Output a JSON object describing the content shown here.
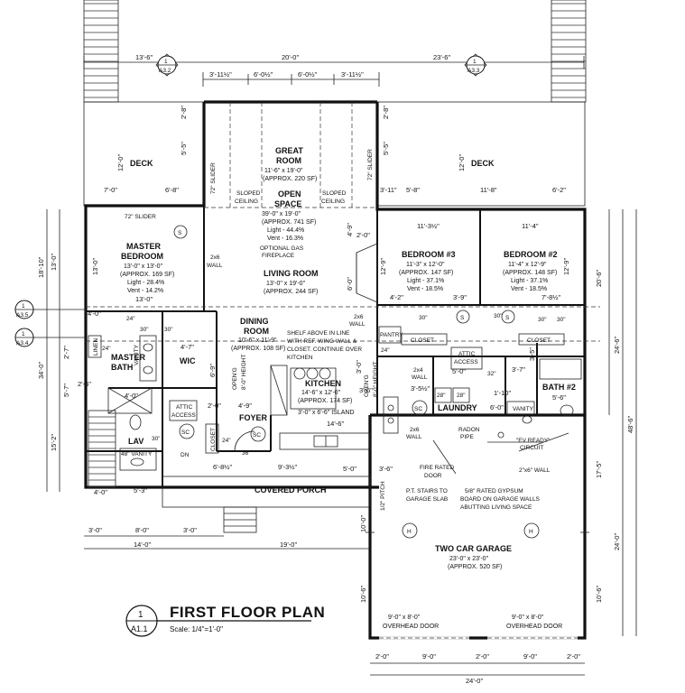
{
  "title": {
    "plan_name": "FIRST FLOOR PLAN",
    "scale": "Scale: 1/4\"=1'-0\"",
    "detail_no": "1",
    "sheet": "A1.1"
  },
  "section_marks": {
    "top_left": {
      "no": "1",
      "sheet": "A3.2"
    },
    "top_right": {
      "no": "1",
      "sheet": "A3.3"
    },
    "left_upper": {
      "no": "1",
      "sheet": "A3.5"
    },
    "left_lower": {
      "no": "1",
      "sheet": "A3.4"
    }
  },
  "rooms": {
    "deck_left": {
      "name": "DECK"
    },
    "deck_right": {
      "name": "DECK"
    },
    "great_room": {
      "name": "GREAT",
      "name2": "ROOM",
      "size": "11'-6\" x 19'-0\"",
      "area": "(APPROX. 220 SF)"
    },
    "open_space": {
      "name": "OPEN",
      "name2": "SPACE",
      "size": "39'-0\" x 19'-0\"",
      "area": "(APPROX. 741 SF)",
      "light": "Light - 44.4%",
      "vent": "Vent - 16.3%"
    },
    "living_room": {
      "name": "LIVING ROOM",
      "size": "13'-0\" x 19'-0\"",
      "area": "(APPROX. 244 SF)"
    },
    "master_bedroom": {
      "name": "MASTER",
      "name2": "BEDROOM",
      "size": "13'-0\" x 13'-0\"",
      "area": "(APPROX. 169 SF)",
      "light": "Light - 28.4%",
      "vent": "Vent - 14.2%"
    },
    "bedroom3": {
      "name": "BEDROOM #3",
      "size": "11'-3\" x 12'-0\"",
      "area": "(APPROX. 147 SF)",
      "light": "Light - 37.1%",
      "vent": "Vent - 18.5%"
    },
    "bedroom2": {
      "name": "BEDROOM #2",
      "size": "11'-4\" x 12'-9\"",
      "area": "(APPROX. 148 SF)",
      "light": "Light - 37.1%",
      "vent": "Vent - 18.5%"
    },
    "dining_room": {
      "name": "DINING",
      "name2": "ROOM",
      "size": "10'-6\" x 11'-9\"",
      "area": "(APPROX. 108 SF)"
    },
    "kitchen": {
      "name": "KITCHEN",
      "size": "14'-6\" x 12'-0\"",
      "area": "(APPROX. 174 SF)"
    },
    "island": {
      "name": "3'-0\" x 6'-6\" ISLAND"
    },
    "master_bath": {
      "name": "MASTER",
      "name2": "BATH"
    },
    "wic": {
      "name": "WIC"
    },
    "linen": {
      "name": "LINEN"
    },
    "vanity": {
      "name": "VANITY"
    },
    "attic_access_left": {
      "name": "ATTIC",
      "name2": "ACCESS"
    },
    "attic_access_right": {
      "name": "ATTIC",
      "name2": "ACCESS"
    },
    "lav": {
      "name": "LAV"
    },
    "lav_vanity": {
      "name": "48\" VANITY"
    },
    "foyer": {
      "name": "FOYER"
    },
    "closet_left": {
      "name": "CLOSET"
    },
    "closet_b3": {
      "name": "CLOSET"
    },
    "closet_b2": {
      "name": "CLOSET"
    },
    "pantry": {
      "name": "PANTRY"
    },
    "laundry": {
      "name": "LAUNDRY"
    },
    "bath2": {
      "name": "BATH #2"
    },
    "bath2_vanity": {
      "name": "VANITY"
    },
    "covered_porch": {
      "name": "COVERED PORCH"
    },
    "garage": {
      "name": "TWO CAR GARAGE",
      "size": "23'-0\" x 23'-0\"",
      "area": "(APPROX. 520 SF)"
    },
    "overhead_left": {
      "size": "9'-0\" x 8'-0\"",
      "name": "OVERHEAD DOOR"
    },
    "overhead_right": {
      "size": "9'-0\" x 8'-0\"",
      "name": "OVERHEAD DOOR"
    }
  },
  "notes": {
    "slider_left": "72\" SLIDER",
    "slider_right": "72\" SLIDER",
    "slider_master": "72\" SLIDER",
    "sloped_left": "SLOPED",
    "sloped_left2": "CEILING",
    "sloped_right": "SLOPED",
    "sloped_right2": "CEILING",
    "gas_fireplace": "OPTIONAL GAS",
    "gas_fireplace2": "FIREPLACE",
    "wall_2x6_master": "2x6",
    "wall_2x6_master2": "WALL",
    "wall_2x6_living": "2x6",
    "wall_2x6_living2": "WALL",
    "shelf1": "SHELF ABOVE IN LINE",
    "shelf2": "WITH REF. WING WALL &",
    "shelf3": "CLOSET. CONTINUE OVER",
    "shelf4": "KITCHEN",
    "wall_2x4": "2x4",
    "wall_2x4b": "WALL",
    "radon": "RADON",
    "radon2": "PIPE",
    "ev1": "\"EV READY\"",
    "ev2": "CIRCUIT",
    "wall_2x6_garage": "2x6",
    "wall_2x6_garage2": "WALL",
    "wall_2x4_garage": "2\"x6\" WALL",
    "fire_door": "FIRE RATED",
    "fire_door2": "DOOR",
    "pt_stairs": "P.T. STAIRS TO",
    "pt_stairs2": "GARAGE SLAB",
    "gypsum1": "5/8\" RATED GYPSUM",
    "gypsum2": "BOARD ON GARAGE WALLS",
    "gypsum3": "ABUTTING LIVING SPACE",
    "pitch": "1/2\" PITCH",
    "opening1": "OPEN'G",
    "opening1b": "8'-0\" HEIGHT",
    "opening2": "OPEN'G",
    "opening2b": "8'-0\" HEIGHT",
    "dn": "DN"
  },
  "symbols": {
    "s": "S",
    "sc": "SC",
    "h": "H",
    "d36": "36\"",
    "d30": "30\"",
    "d24": "24\"",
    "d28": "28\"",
    "d32": "32\""
  },
  "dims": {
    "top_13_6": "13'-6\"",
    "top_20_0": "20'-0\"",
    "top_23_6": "23'-6\"",
    "top_3_11a": "3'-11½\"",
    "top_6_0a": "6'-0½\"",
    "top_6_0b": "6'-0½\"",
    "top_3_11b": "3'-11½\"",
    "deck_2_8a": "2'-8\"",
    "deck_2_8b": "2'-8\"",
    "deck_12a": "12'-0\"",
    "deck_12b": "12'-0\"",
    "deck_5_5a": "5'-5\"",
    "deck_5_5b": "5'-5\"",
    "d_7_0": "7'-0\"",
    "d_6_8": "6'-8\"",
    "d_3_11": "3'-11\"",
    "d_5_8": "5'-8\"",
    "d_11_8": "11'-8\"",
    "d_6_2": "6'-2\"",
    "d_4_9": "4'-9\"",
    "d_11_3": "11'-3½\"",
    "d_11_4": "11'-4\"",
    "d_12_9a": "12'-9\"",
    "d_12_9b": "12'-9\"",
    "d_13_0a": "13'-0\"",
    "d_13_0b": "13'-0\"",
    "d_13_0c": "13'-0\"",
    "d_6_0": "6'-0\"",
    "d_2_0": "2'-0\"",
    "d_4_2": "4'-2\"",
    "d_3_9": "3'-9\"",
    "d_7_8": "7'-8½\"",
    "d_20_6": "20'-6\"",
    "d_24_6": "24'-6\"",
    "d_48_6": "48'-6\"",
    "d_17_5": "17'-5\"",
    "d_24_0": "24'-0\"",
    "d_10_6": "10'-6\"",
    "d_10_0": "10'-0\"",
    "d_18_10": "18'-10\"",
    "d_34_0": "34'-0\"",
    "d_15_2": "15'-2\"",
    "d_5_7": "5'-7\"",
    "d_2_7": "2'-7\"",
    "d_2_6": "2'-6\"",
    "d_4_0a": "4'-0\"",
    "d_4_0b": "4'-0\"",
    "d_4_7": "4'-7\"",
    "d_5_3": "5'-3\"",
    "d_6_9": "6'-9\"",
    "d_4_9b": "4'-9\"",
    "d_2_0b": "2'-0\"",
    "d_6_8b": "6'-8½\"",
    "d_9_3": "9'-3½\"",
    "d_5_0": "5'-0\"",
    "d_3_6": "3'-6\"",
    "d_3_6b": "3'-6\"",
    "d_14_6": "14'-6\"",
    "d_3_0": "3'-0\"",
    "d_3_5": "3'-5½\"",
    "d_3_7": "3'-7\"",
    "d_1_10": "1'-10\"",
    "d_6_0b": "6'-0\"",
    "d_5_6": "5'-6\"",
    "d_3_5b": "3'-5\"",
    "bot_3_0": "3'-0\"",
    "bot_8_0": "8'-0\"",
    "bot_3_0b": "3'-0\"",
    "bot_14_0": "14'-0\"",
    "bot_19_0": "19'-0\"",
    "bot_2_0a": "2'-0\"",
    "bot_9_0a": "9'-0\"",
    "bot_2_0b": "2'-0\"",
    "bot_9_0b": "9'-0\"",
    "bot_2_0c": "2'-0\"",
    "bot_24_0": "24'-0\""
  }
}
